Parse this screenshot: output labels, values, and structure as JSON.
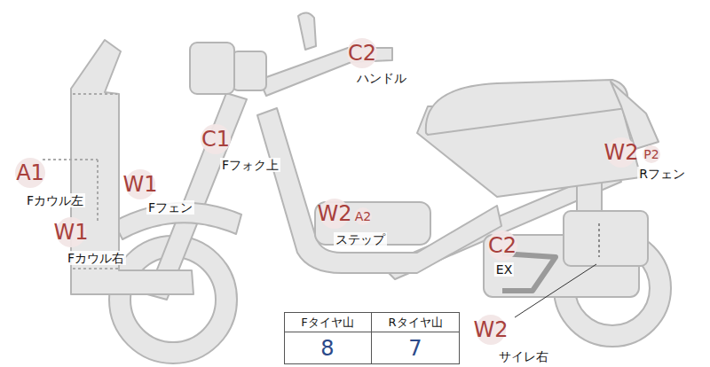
{
  "diagram": {
    "labels": [
      "C2",
      "ハンドル",
      "C1",
      "Fフォク上",
      "W1",
      "Fフェン",
      "A1",
      "Fカウル左",
      "W1",
      "Fカウル右",
      "W2",
      "A2",
      "ステップ",
      "W2",
      "P2",
      "Rフェン",
      "C2",
      "EX",
      "W2",
      "サイレ右",
      "Fタイヤ山",
      "Rタイヤ山",
      "8",
      "7"
    ]
  }
}
